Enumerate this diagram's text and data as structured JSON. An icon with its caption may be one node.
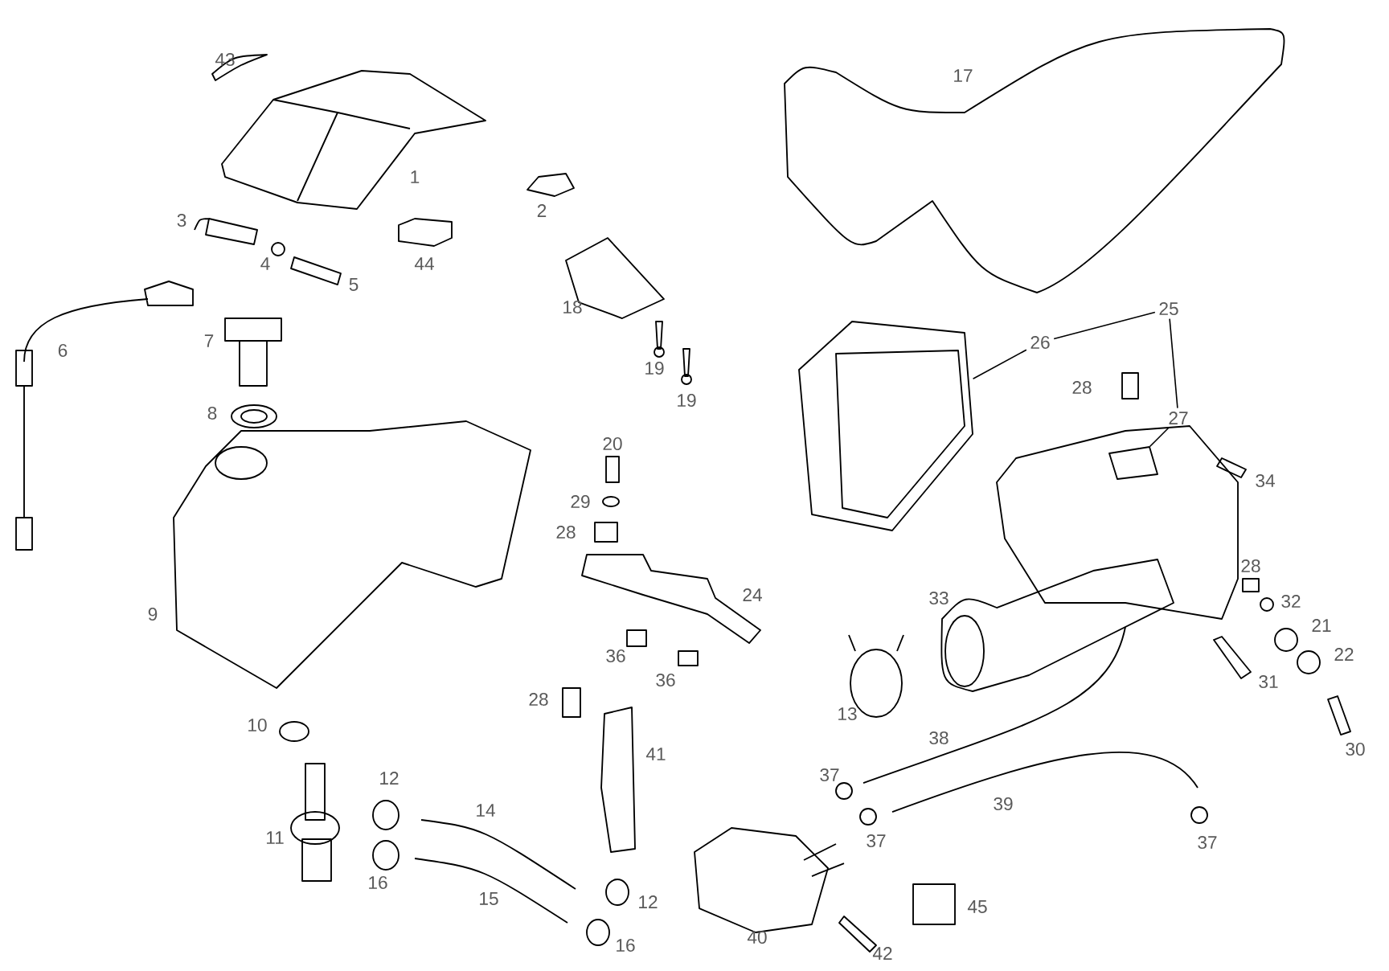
{
  "diagram": {
    "nodes": [
      {
        "text": [
          "25"
        ]
      },
      {
        "text": [
          "26"
        ]
      },
      {
        "text": [
          "27"
        ]
      },
      {
        "text": [],
        "shape": "picture"
      },
      {
        "text": [],
        "shape": "picture"
      }
    ],
    "edges": [
      {
        "from": 0,
        "to": 1,
        "arrow": "none"
      },
      {
        "from": 0,
        "to": 2,
        "arrow": "none"
      },
      {
        "from": 1,
        "to": 3,
        "arrow": "none"
      },
      {
        "from": 2,
        "to": 4,
        "arrow": "none"
      }
    ],
    "labels": [
      "43",
      "17",
      "1",
      "2",
      "3",
      "44",
      "4",
      "5",
      "18",
      "7",
      "6",
      "19",
      "19",
      "8",
      "28",
      "20",
      "34",
      "29",
      "28",
      "9",
      "24",
      "28",
      "33",
      "32",
      "21",
      "22",
      "36",
      "36",
      "31",
      "28",
      "13",
      "10",
      "38",
      "30",
      "41",
      "12",
      "37",
      "39",
      "14",
      "11",
      "37",
      "37",
      "16",
      "15",
      "12",
      "45",
      "40",
      "16",
      "42"
    ]
  }
}
